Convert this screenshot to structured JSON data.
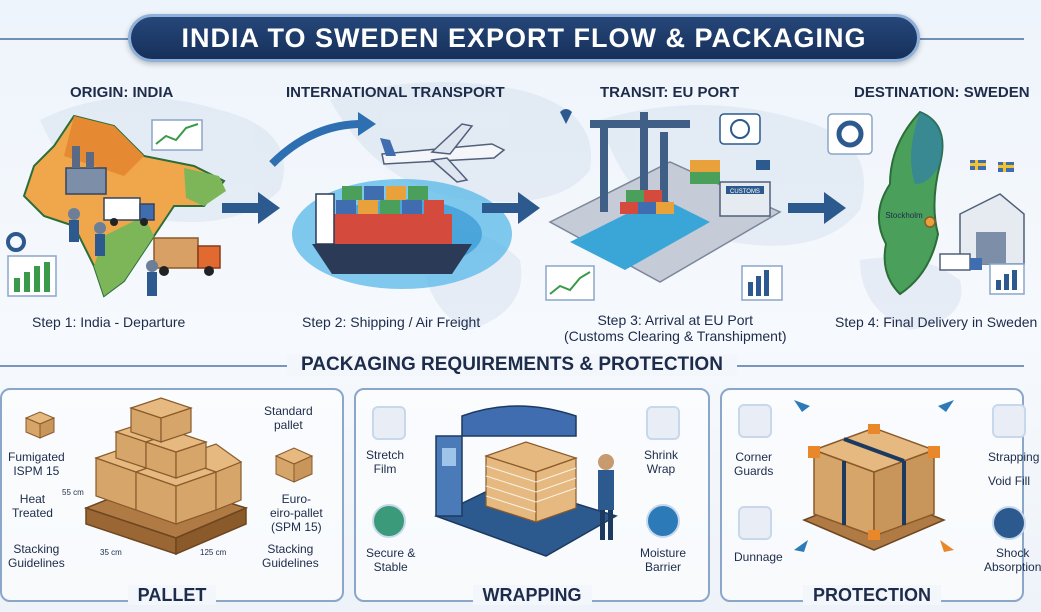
{
  "title": "INDIA TO SWEDEN EXPORT FLOW & PACKAGING",
  "stages": [
    {
      "label": "ORIGIN: INDIA",
      "caption": "Step 1: India - Departure"
    },
    {
      "label": "INTERNATIONAL TRANSPORT",
      "caption": "Step 2: Shipping / Air Freight"
    },
    {
      "label": "TRANSIT: EU PORT",
      "caption": "Step 3: Arrival at EU Port",
      "caption_sub": "(Customs Clearing & Transhipment)"
    },
    {
      "label": "DESTINATION: SWEDEN",
      "caption": "Step 4: Final Delivery in Sweden"
    }
  ],
  "city_label": "Stockholm",
  "port_sign": "CUSTOMS",
  "section_heading": "PACKAGING REQUIREMENTS & PROTECTION",
  "panels": {
    "pallet": {
      "title": "PALLET",
      "fumigated": "Fumigated\nISPM 15",
      "heat_treated": "Heat\nTreated",
      "stacking_left": "Stacking\nGuidelines",
      "standard_pallet": "Standard\npallet",
      "euro_pallet": "Euro-\neiro-pallet\n(SPM 15)",
      "stacking_right": "Stacking\nGuidelines",
      "dim_height": "55 cm",
      "dim_depth": "35 cm",
      "dim_width": "125 cm"
    },
    "wrapping": {
      "title": "WRAPPING",
      "stretch_film": "Stretch\nFilm",
      "shrink_wrap": "Shrink\nWrap",
      "secure_stable": "Secure &\nStable",
      "moisture_barrier": "Moisture\nBarrier"
    },
    "protection": {
      "title": "PROTECTION",
      "corner_guards": "Corner\nGuards",
      "strapping": "Strapping",
      "void_fill": "Void Fill",
      "dunnage": "Dunnage",
      "shock_absorption": "Shock\nAbsorption"
    }
  },
  "colors": {
    "banner": "#1f3e6e",
    "panel_border": "#8aa6c8",
    "accent_blue": "#2d5a8e",
    "box_brown": "#c8955a",
    "pallet_wood": "#b07a45"
  }
}
